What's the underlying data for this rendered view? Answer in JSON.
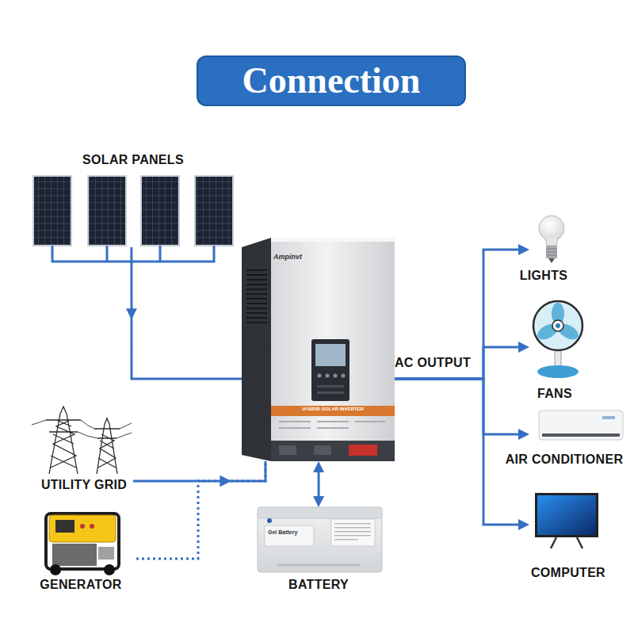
{
  "diagram": {
    "title": "Connection",
    "nodes": [
      {
        "text": [
          "SOLAR PANELS"
        ]
      },
      {
        "text": [
          "Ampinvt",
          "HYBRID SOLAR INVERTER"
        ]
      },
      {
        "text": [
          "UTILITY GRID"
        ]
      },
      {
        "text": [
          "GENERATOR"
        ]
      },
      {
        "text": [
          "Gel Battery",
          "BATTERY"
        ]
      },
      {
        "text": [
          "LIGHTS"
        ]
      },
      {
        "text": [
          "FANS"
        ]
      },
      {
        "text": [
          "AIR CONDITIONER"
        ]
      },
      {
        "text": [
          "COMPUTER"
        ]
      }
    ],
    "edges": [
      {
        "from": 0,
        "to": 1,
        "arrow": "to"
      },
      {
        "from": 2,
        "to": 1,
        "arrow": "to"
      },
      {
        "from": 3,
        "to": 1,
        "arrow": "to"
      },
      {
        "from": 4,
        "to": 1,
        "arrow": "both"
      },
      {
        "from": 1,
        "to": 5,
        "arrow": "to",
        "label": "AC OUTPUT"
      },
      {
        "from": 1,
        "to": 6,
        "arrow": "to"
      },
      {
        "from": 1,
        "to": 7,
        "arrow": "to"
      },
      {
        "from": 1,
        "to": 8,
        "arrow": "to"
      }
    ]
  }
}
